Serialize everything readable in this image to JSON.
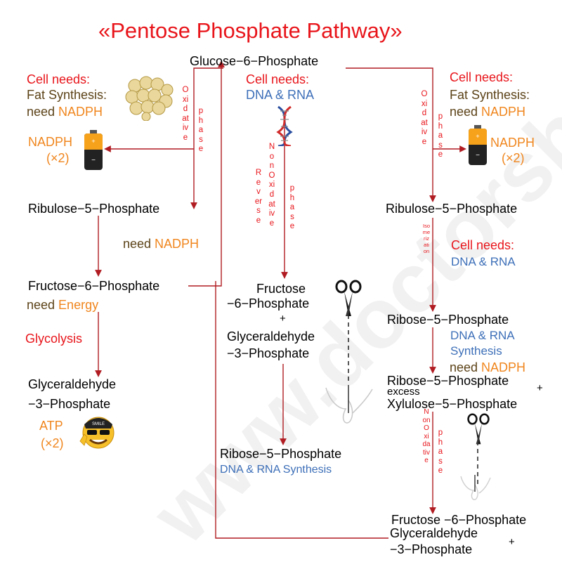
{
  "title": "«Pentose Phosphate Pathway»",
  "watermark": "www.doctorshop.ir",
  "top": {
    "glucose6p": "Glucose−6−Phosphate"
  },
  "left": {
    "cell_needs": "Cell needs:",
    "fat_synthesis": "Fat Synthesis:",
    "need": "need ",
    "nadph": "NADPH",
    "nadph_battery": "NADPH",
    "x2": "(×2)",
    "ribulose5p": "Ribulose−5−Phosphate",
    "oxidative_phase_a": "Oxidative",
    "oxidative_phase_b": "phase",
    "need_nadph": "need ",
    "need_nadph_b": "NADPH",
    "fructose6p": "Fructose−6−Phosphate",
    "need_energy_a": "need ",
    "need_energy_b": "Energy",
    "glycolysis": "Glycolysis",
    "g3p_a": "Glyceraldehyde",
    "g3p_b": "−3−Phosphate",
    "atp": "ATP",
    "atp_x2": "(×2)",
    "smile": "SMILE"
  },
  "middle": {
    "cell_needs": "Cell needs:",
    "dna_rna": "DNA & RNA",
    "reverse": "Reverse",
    "nonoxidative": "NonOxidative",
    "phase": "phase",
    "fructose_a": "Fructose",
    "fructose_b": "−6−Phosphate",
    "plus": "+",
    "g3p_a": "Glyceraldehyde",
    "g3p_b": "−3−Phosphate",
    "ribose5p": "Ribose−5−Phosphate",
    "synthesis": "DNA & RNA Synthesis"
  },
  "right": {
    "cell_needs": "Cell needs:",
    "fat_synthesis": "Fat Synthesis:",
    "need": "need ",
    "nadph": "NADPH",
    "nadph_battery": "NADPH",
    "x2": "(×2)",
    "oxidative": "Oxidative",
    "phase": "phase",
    "ribulose5p": "Ribulose−5−Phosphate",
    "isomerization": "Isomerization",
    "cell_needs_2": "Cell needs:",
    "dna_rna": "DNA & RNA",
    "ribose5p": "Ribose−5−Phosphate",
    "dna_rna_2": "DNA & RNA",
    "synthesis": "Synthesis",
    "need_b": "need ",
    "nadph_b": "NADPH",
    "ribose_excess_a": "Ribose−5−Phosphate",
    "ribose_excess_b": "excess",
    "plus": "+",
    "xylulose5p": "Xylulose−5−Phosphate",
    "nonoxidative": "NonOxidative",
    "phase_2": "phase",
    "fructose6p": "Fructose −6−Phosphate",
    "g3p_a": "Glyceraldehyde",
    "g3p_b": "−3−Phosphate",
    "plus_2": "+"
  },
  "colors": {
    "red": "#e8151b",
    "blue": "#3d6fb8",
    "orange": "#f0861e",
    "brown": "#5c4318",
    "arrow": "#b01c22"
  },
  "icons": [
    "fat-cells-icon",
    "battery-icon",
    "dna-icon",
    "scissors-icon",
    "cut-thread-icon",
    "smiley-icon"
  ]
}
